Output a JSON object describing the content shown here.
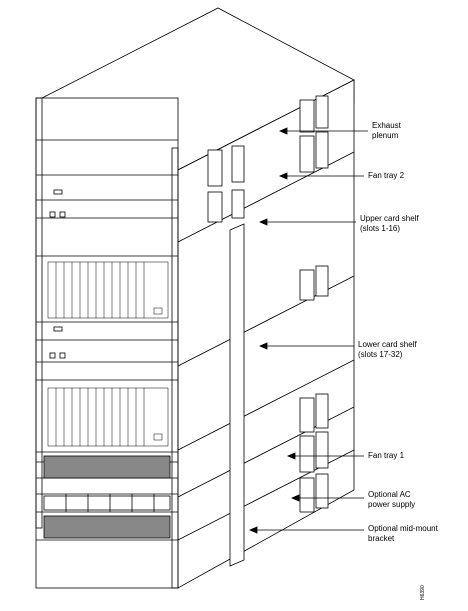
{
  "callouts": [
    {
      "id": "exhaust",
      "lines": [
        "Exhaust",
        "plenum"
      ]
    },
    {
      "id": "fantray2",
      "lines": [
        "Fan tray 2"
      ]
    },
    {
      "id": "upper",
      "lines": [
        "Upper card shelf",
        "(slots 1-16)"
      ]
    },
    {
      "id": "lower",
      "lines": [
        "Lower card shelf",
        "(slots 17-32)"
      ]
    },
    {
      "id": "fantray1",
      "lines": [
        "Fan tray 1"
      ]
    },
    {
      "id": "acpower",
      "lines": [
        "Optional AC",
        "power supply"
      ]
    },
    {
      "id": "bracket",
      "lines": [
        "Optional mid-mount",
        "bracket"
      ]
    }
  ],
  "figure_id": "H6390"
}
